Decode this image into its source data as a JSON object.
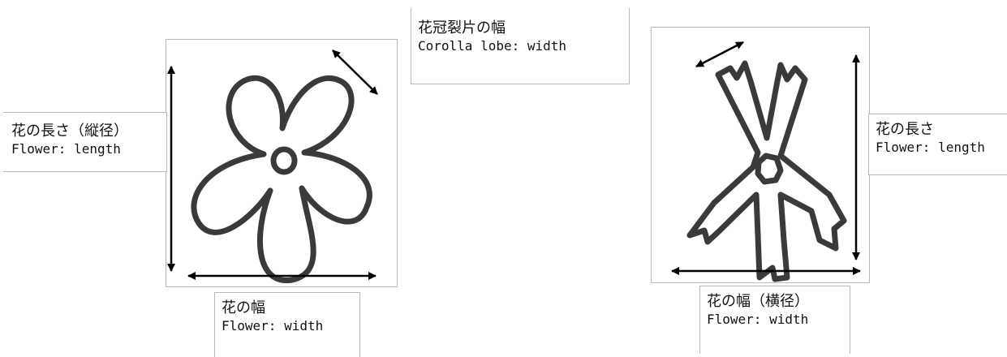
{
  "left_figure": {
    "length_label": {
      "jp": "花の長さ（縦径）",
      "en": "Flower: length"
    },
    "width_label": {
      "jp": "花の幅",
      "en": "Flower: width"
    },
    "lobe_label": {
      "jp": "花冠裂片の幅",
      "en": "Corolla lobe: width"
    }
  },
  "right_figure": {
    "length_label": {
      "jp": "花の長さ",
      "en": "Flower: length"
    },
    "width_label": {
      "jp": "花の幅（横径）",
      "en": "Flower: width"
    }
  },
  "colors": {
    "outline": "#3a3a3a",
    "arrow": "#000000",
    "frame": "#b9b9b9"
  }
}
